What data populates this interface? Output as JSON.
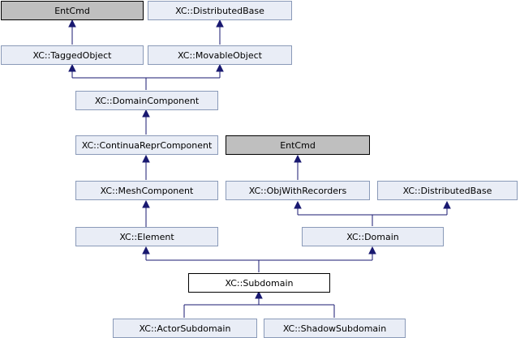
{
  "nodes": {
    "entcmd_top": {
      "label": "EntCmd",
      "style": "external"
    },
    "distributed_top": {
      "label": "XC::DistributedBase",
      "style": "link"
    },
    "tagged": {
      "label": "XC::TaggedObject",
      "style": "link"
    },
    "movable": {
      "label": "XC::MovableObject",
      "style": "link"
    },
    "domain_component": {
      "label": "XC::DomainComponent",
      "style": "link"
    },
    "continua": {
      "label": "XC::ContinuaReprComponent",
      "style": "link"
    },
    "mesh": {
      "label": "XC::MeshComponent",
      "style": "link"
    },
    "element": {
      "label": "XC::Element",
      "style": "link"
    },
    "entcmd_mid": {
      "label": "EntCmd",
      "style": "external"
    },
    "obj_recorders": {
      "label": "XC::ObjWithRecorders",
      "style": "link"
    },
    "distributed_mid": {
      "label": "XC::DistributedBase",
      "style": "link"
    },
    "domain": {
      "label": "XC::Domain",
      "style": "link"
    },
    "subdomain": {
      "label": "XC::Subdomain",
      "style": "current"
    },
    "actor": {
      "label": "XC::ActorSubdomain",
      "style": "link"
    },
    "shadow": {
      "label": "XC::ShadowSubdomain",
      "style": "link"
    }
  },
  "colors": {
    "edge": "#191970",
    "node_fill": "#e9edf6",
    "node_border": "#8a9ab8",
    "external_fill": "#bfbfbf",
    "current_fill": "#ffffff"
  }
}
